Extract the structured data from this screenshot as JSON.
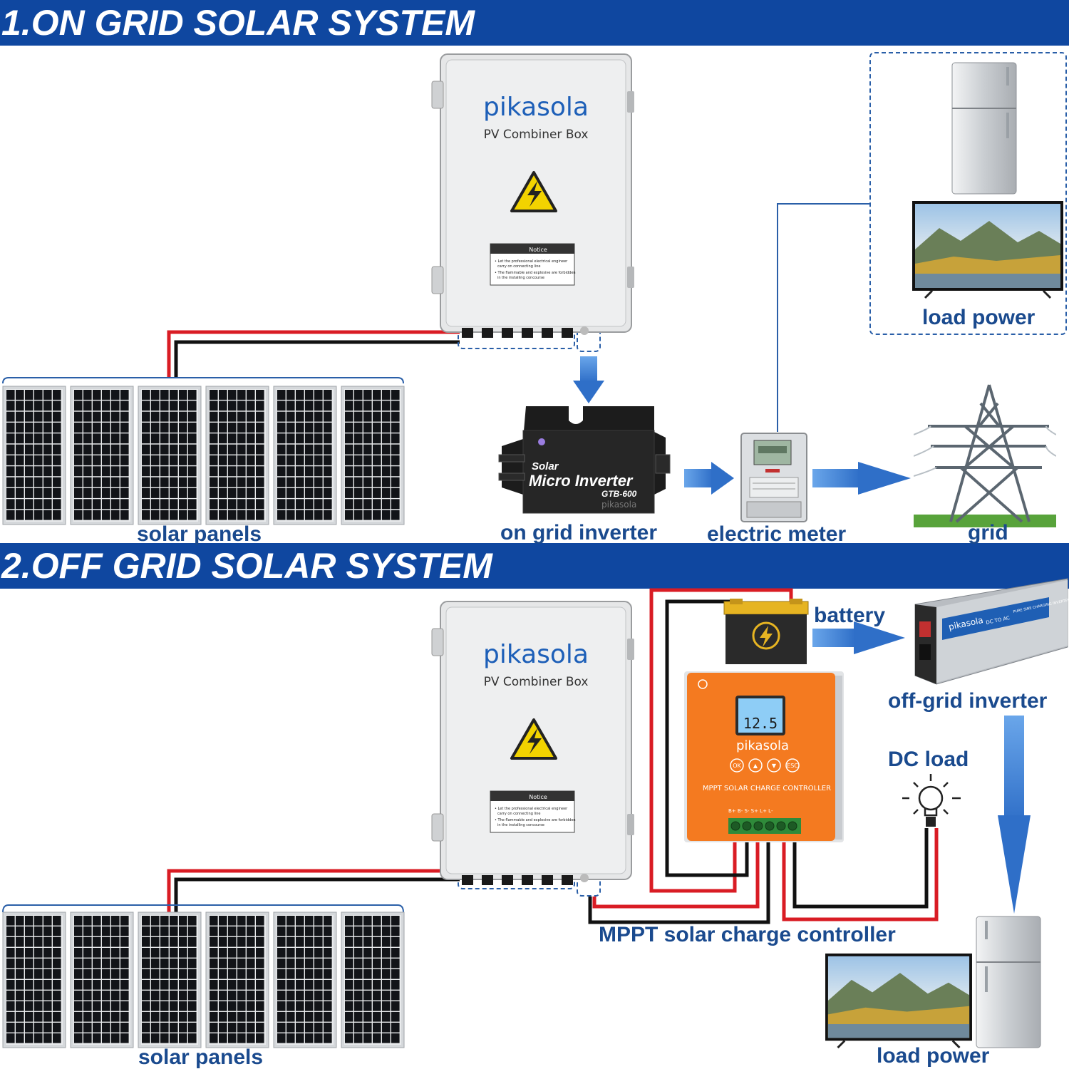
{
  "sections": {
    "on_grid": {
      "title": "1.ON GRID SOLAR SYSTEM",
      "labels": {
        "solar_panels": "solar panels",
        "inverter": "on grid inverter",
        "meter": "electric meter",
        "grid": "grid",
        "load_power": "load power"
      }
    },
    "off_grid": {
      "title": "2.OFF GRID SOLAR SYSTEM",
      "labels": {
        "solar_panels": "solar panels",
        "battery": "battery",
        "inverter": "off-grid inverter",
        "dc_load": "DC load",
        "controller": "MPPT solar charge controller",
        "load_power": "load power"
      }
    }
  },
  "combiner_box": {
    "brand": "pikasola",
    "title": "PV Combiner Box",
    "notice_heading": "Notice",
    "notice_lines": [
      "• Let the professional electrical engineer",
      "carry on connecting line",
      "• The flammable and explosive are forbidden",
      "in the installing concourse"
    ]
  },
  "micro_inverter": {
    "line1": "Solar",
    "line2": "Micro Inverter",
    "model": "GTB-600",
    "brand": "pikasola"
  },
  "charge_controller": {
    "lcd_value": "12.5",
    "brand": "pikasola",
    "buttons": [
      "OK",
      "▲",
      "▼",
      "ESC"
    ],
    "name": "MPPT SOLAR CHARGE CONTROLLER",
    "terminals": "B+  B-  S-  S+  L+  L-"
  },
  "offgrid_inverter": {
    "brand": "pikasola",
    "text1": "DC TO AC",
    "text2": "PURE SINE CHARGING INVERTER"
  },
  "colors": {
    "banner": "#0f47a0",
    "label_text": "#1a4a8e",
    "arrow": "#3d7fd3",
    "wire_red": "#d91c24",
    "wire_black": "#111111",
    "dashed_box": "#2a5fa8",
    "controller_orange": "#f47a20"
  },
  "icons": [
    "warning-icon",
    "lightning-icon",
    "light-bulb-icon",
    "tower-icon",
    "tv-icon",
    "fridge-icon"
  ]
}
